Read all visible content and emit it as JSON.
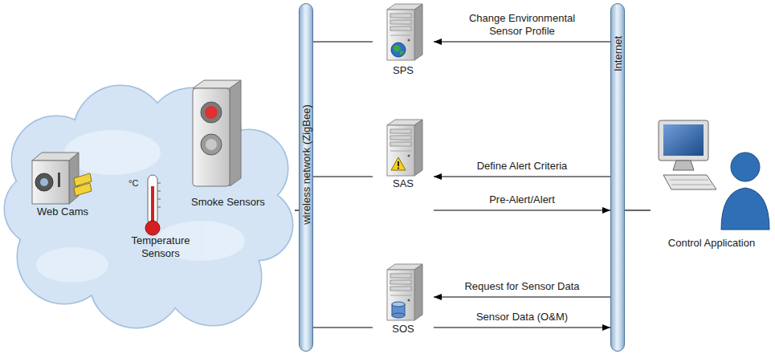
{
  "diagram": {
    "nodes": [
      {
        "text": []
      },
      {
        "text": [
          "Web Cams"
        ],
        "in": 0
      },
      {
        "text": [
          "Smoke Sensors"
        ],
        "in": 0
      },
      {
        "text": [
          "Temperature Sensors"
        ],
        "in": 0
      },
      {
        "text": [
          "wireless network (ZigBee)"
        ]
      },
      {
        "text": [
          "SPS"
        ]
      },
      {
        "text": [
          "SAS"
        ]
      },
      {
        "text": [
          "SOS"
        ]
      },
      {
        "text": [
          "Internet"
        ]
      },
      {
        "text": [
          "Control Application"
        ]
      }
    ],
    "edges": [
      {
        "from": 0,
        "to": 4,
        "arrow": "none"
      },
      {
        "from": 4,
        "to": 5,
        "arrow": "none"
      },
      {
        "from": 4,
        "to": 6,
        "arrow": "none"
      },
      {
        "from": 4,
        "to": 7,
        "arrow": "none"
      },
      {
        "from": 8,
        "to": 5,
        "label": "Change Environmental Sensor Profile",
        "arrow": "to"
      },
      {
        "from": 8,
        "to": 6,
        "label": "Define Alert Criteria",
        "arrow": "to"
      },
      {
        "from": 6,
        "to": 8,
        "label": "Pre-Alert/Alert",
        "arrow": "to"
      },
      {
        "from": 8,
        "to": 7,
        "label": "Request for Sensor Data",
        "arrow": "to"
      },
      {
        "from": 7,
        "to": 8,
        "label": "Sensor Data (O&M)",
        "arrow": "to"
      },
      {
        "from": 8,
        "to": 9,
        "arrow": "none"
      }
    ],
    "labels": [
      "°C"
    ]
  }
}
